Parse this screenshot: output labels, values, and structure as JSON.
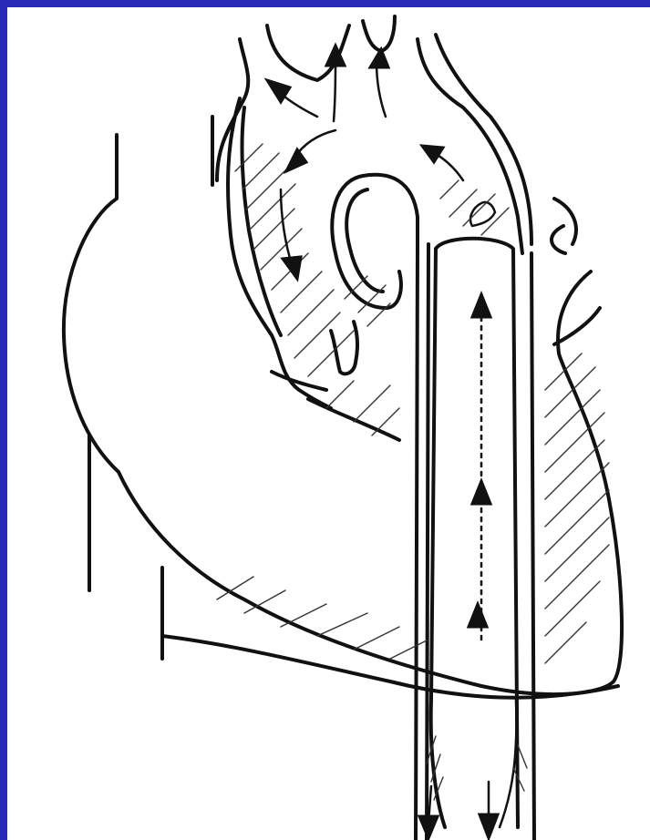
{
  "figure": {
    "description_labels": [],
    "colors": {
      "background": "#2a2ab8",
      "canvas": "#ffffff",
      "ink": "#111111"
    },
    "icons": [
      "heart-illustration",
      "aortic-arch",
      "intra-aortic-balloon-catheter",
      "flow-arrow"
    ]
  }
}
